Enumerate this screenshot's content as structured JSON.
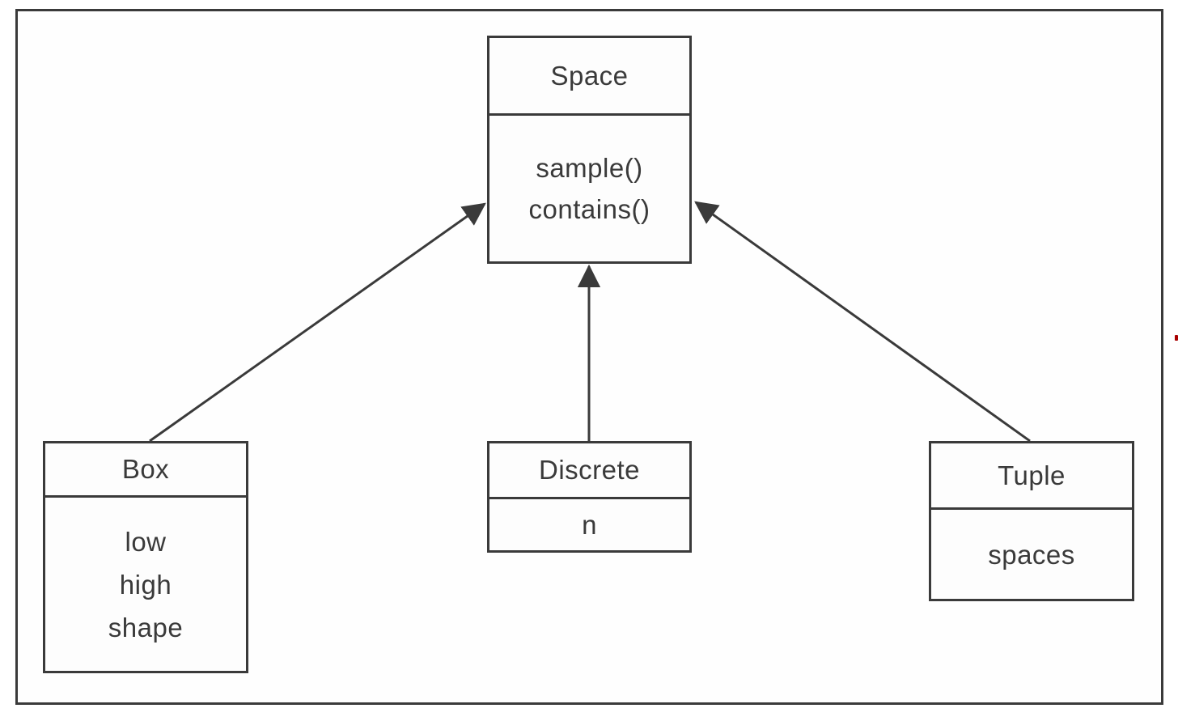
{
  "diagram_type": "uml-class-diagram",
  "classes": [
    {
      "name": "Space",
      "members": [
        "sample()",
        "contains()"
      ]
    },
    {
      "name": "Box",
      "members": [
        "low",
        "high",
        "shape"
      ]
    },
    {
      "name": "Discrete",
      "members": [
        "n"
      ]
    },
    {
      "name": "Tuple",
      "members": [
        "spaces"
      ]
    }
  ],
  "relations": [
    {
      "from": "Box",
      "to": "Space",
      "type": "arrow-to-parent"
    },
    {
      "from": "Discrete",
      "to": "Space",
      "type": "arrow-to-parent"
    },
    {
      "from": "Tuple",
      "to": "Space",
      "type": "arrow-to-parent"
    }
  ],
  "colors": {
    "line": "#3a3a3a",
    "text": "#3a3a3a",
    "background": "#ffffff",
    "artifact_red": "#a80000"
  }
}
